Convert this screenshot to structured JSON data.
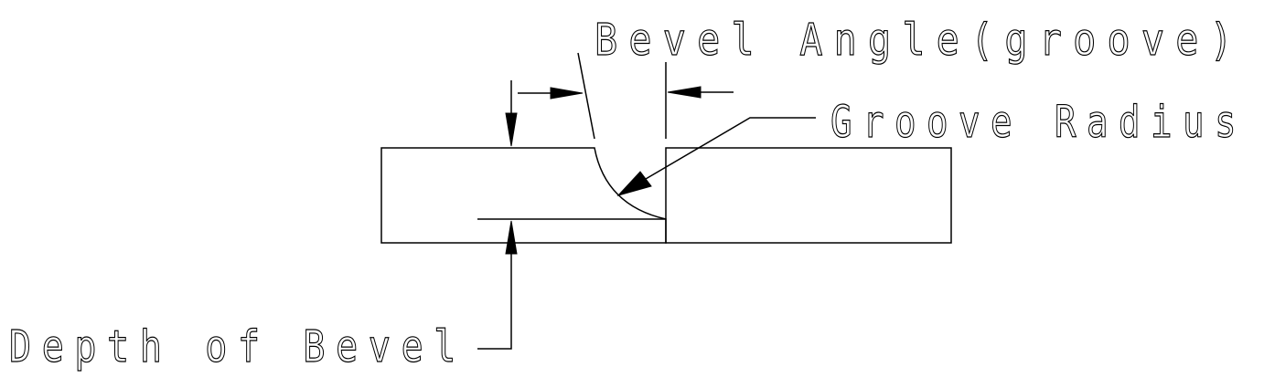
{
  "labels": {
    "bevel_angle": "Bevel Angle(groove)",
    "groove_radius": "Groove Radius",
    "depth_of_bevel": "Depth of Bevel"
  },
  "colors": {
    "line": "#000000",
    "background": "#ffffff"
  }
}
